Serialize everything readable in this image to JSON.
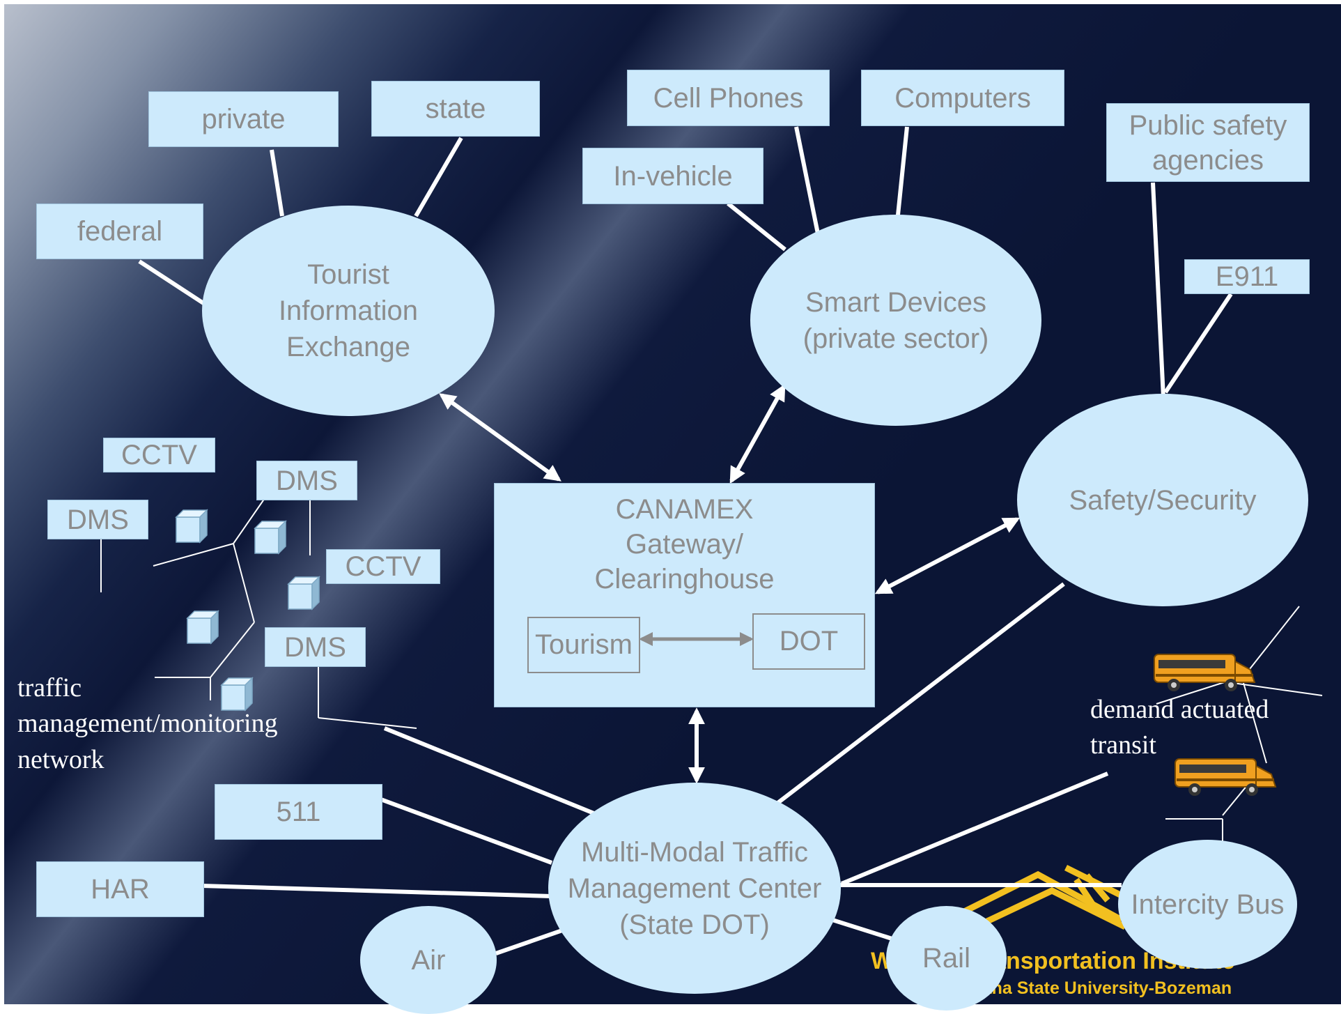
{
  "nodes": {
    "tourist_exchange": "Tourist\nInformation\nExchange",
    "smart_devices": "Smart Devices\n(private sector)",
    "safety_security": "Safety/Security",
    "mmtmc": "Multi-Modal Traffic\nManagement Center\n(State DOT)",
    "air": "Air",
    "rail": "Rail",
    "intercity_bus": "Intercity Bus"
  },
  "gateway": {
    "title": "CANAMEX\nGateway/\nClearinghouse",
    "tourism": "Tourism",
    "dot": "DOT"
  },
  "boxes": {
    "federal": "federal",
    "private": "private",
    "state": "state",
    "cell_phones": "Cell Phones",
    "computers": "Computers",
    "in_vehicle": "In-vehicle",
    "public_safety": "Public safety\nagencies",
    "e911": "E911",
    "cctv_1": "CCTV",
    "dms_1": "DMS",
    "dms_2": "DMS",
    "cctv_2": "CCTV",
    "dms_3": "DMS",
    "box_511": "511",
    "har": "HAR"
  },
  "labels": {
    "traffic_network": "traffic\nmanagement/monitoring\nnetwork",
    "demand_transit": "demand actuated\ntransit"
  },
  "logo": {
    "line1": "Western Transportation Institute",
    "line2": "Montana State University-Bozeman"
  },
  "colors": {
    "node_fill": "#cdeafc",
    "node_text": "#8c8c8c",
    "background": "#0b1535",
    "logo": "#f2c020"
  }
}
